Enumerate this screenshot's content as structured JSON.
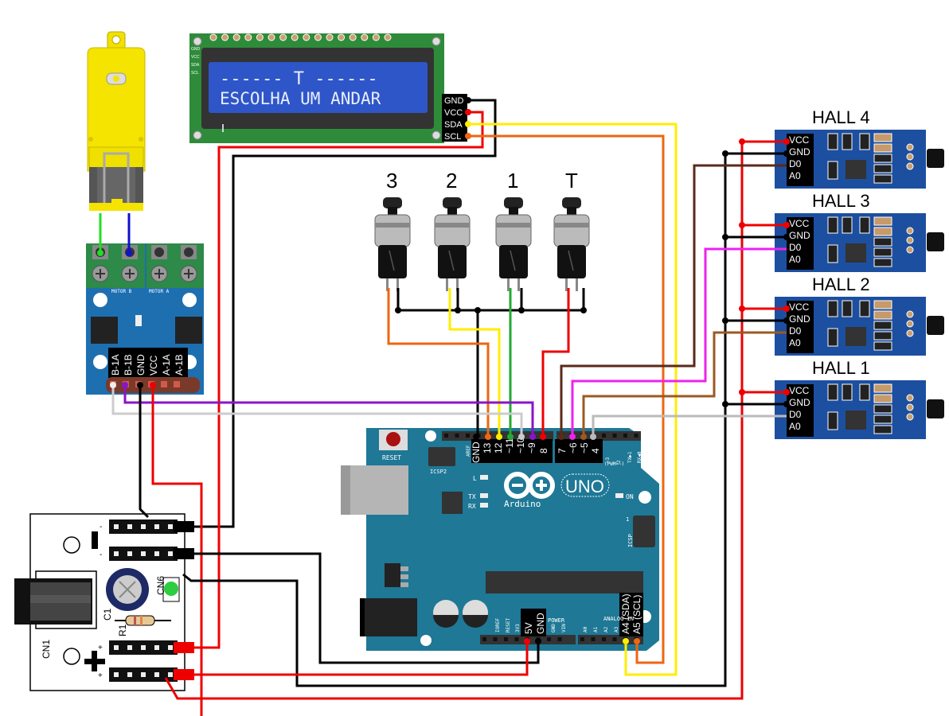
{
  "lcd": {
    "line1": "------ T ------",
    "line2": "ESCOLHA UM ANDAR",
    "side_pins": [
      "GND",
      "VCC",
      "SDA",
      "SCL"
    ],
    "pins": [
      "GND",
      "VCC",
      "SDA",
      "SCL"
    ]
  },
  "buttons": [
    {
      "label": "3"
    },
    {
      "label": "2"
    },
    {
      "label": "1"
    },
    {
      "label": "T"
    }
  ],
  "motor_driver": {
    "terminal_labels": [
      "MOTOR B",
      "MOTOR A"
    ],
    "pins": [
      "B-1A",
      "B-1B",
      "GND",
      "VCC",
      "A-1A",
      "A-1B"
    ]
  },
  "arduino": {
    "reset_label": "RESET",
    "icsp2_label": "ICSP2",
    "icsp_label": "ICSP",
    "aref_label": "AREF",
    "digital_pins": [
      "GND",
      "13",
      "12",
      "~11",
      "~10",
      "~9",
      "8"
    ],
    "digital_pins_2": [
      "7",
      "~6",
      "~5",
      "4"
    ],
    "digital_small": [
      "~3",
      "2",
      "TX▶1",
      "RX◀0"
    ],
    "pwm_note": "(PWM=~)",
    "led_labels": [
      "L",
      "TX",
      "RX",
      "ON"
    ],
    "brand": "Arduino",
    "model": "UNO",
    "power_small": [
      "IOREF",
      "RESET",
      "3V3"
    ],
    "power_pins": [
      "5V",
      "GND"
    ],
    "power_small_2": [
      "GND",
      "VIN"
    ],
    "power_label": "POWER",
    "analog_label": "ANALOG IN",
    "analog_small": [
      "A0",
      "A1",
      "A2",
      "A3"
    ],
    "analog_pins": [
      "A4 (SDA)",
      "A5 (SCL)"
    ],
    "icsp_one": "1"
  },
  "power_module": {
    "minus": "-",
    "plus": "+",
    "cn1": "CN1",
    "cn6": "CN6",
    "c1": "C1",
    "r1": "R1"
  },
  "hall_sensors": [
    {
      "title": "HALL 4",
      "pins": [
        "VCC",
        "GND",
        "D0",
        "A0"
      ]
    },
    {
      "title": "HALL 3",
      "pins": [
        "VCC",
        "GND",
        "D0",
        "A0"
      ]
    },
    {
      "title": "HALL 2",
      "pins": [
        "VCC",
        "GND",
        "D0",
        "A0"
      ]
    },
    {
      "title": "HALL 1",
      "pins": [
        "VCC",
        "GND",
        "D0",
        "A0"
      ]
    }
  ],
  "colors": {
    "arduino": "#1e7896",
    "lcd_board": "#2e8b3a",
    "lcd_screen": "#2f56c8",
    "hall_board": "#1d4fa0",
    "driver_board": "#1d6fb0",
    "motor": "#f5e300"
  }
}
